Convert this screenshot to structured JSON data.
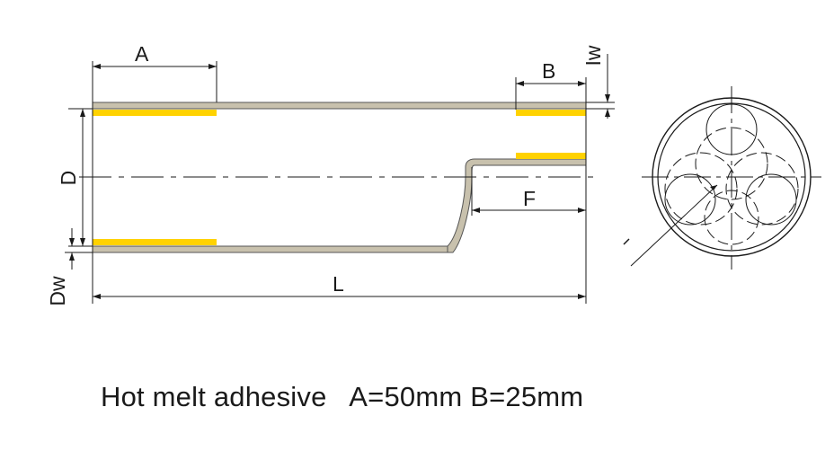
{
  "labels": {
    "a": "A",
    "b": "B",
    "iw": "Iw",
    "d": "D",
    "f": "F",
    "dw": "Dw",
    "l": "L"
  },
  "caption": {
    "material": "Hot melt adhesive",
    "dim_a": "A=50mm",
    "dim_b": "B=25mm"
  },
  "colors": {
    "tube_wall": "#c8c1ad",
    "tube_edge": "#555555",
    "adhesive": "#ffd200",
    "line": "#1a1a1a"
  }
}
